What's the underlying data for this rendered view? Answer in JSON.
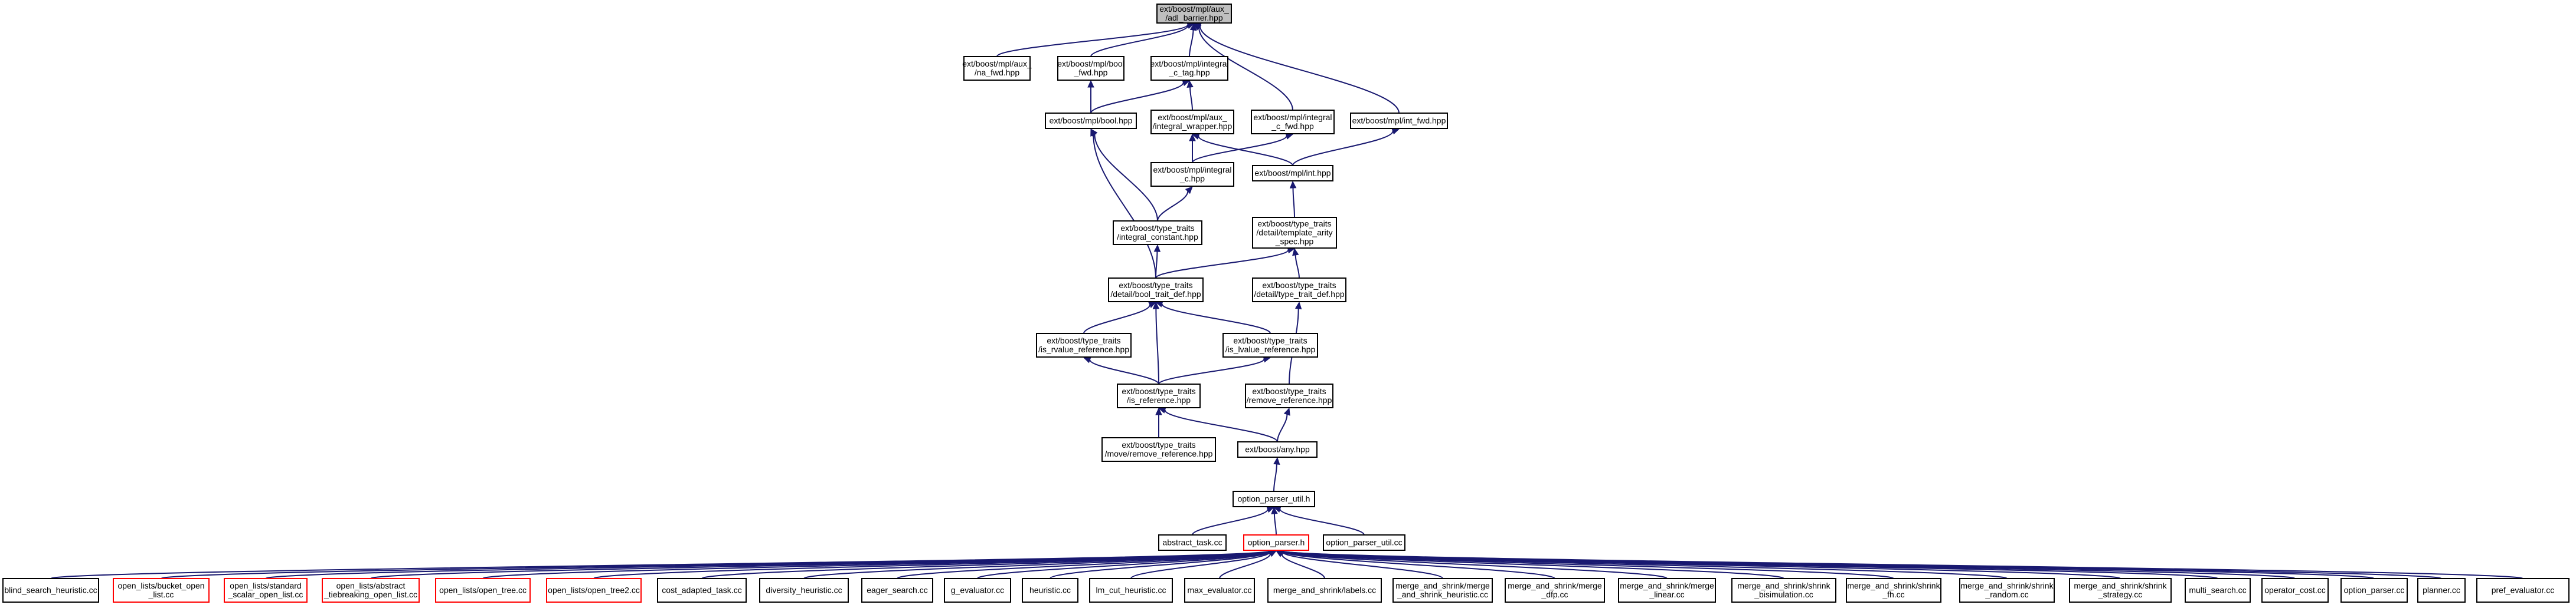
{
  "colors": {
    "edge": "#191970",
    "node_fill": "#ffffff",
    "root_fill": "#bfbfbf",
    "node_border": "#000000",
    "truncated_border": "#ff0000"
  },
  "nodes": {
    "adl_barrier": {
      "lines": [
        "ext/boost/mpl/aux_",
        "/adl_barrier.hpp"
      ],
      "style": "root"
    },
    "na_fwd": {
      "lines": [
        "ext/boost/mpl/aux_",
        "/na_fwd.hpp"
      ]
    },
    "bool_fwd": {
      "lines": [
        "ext/boost/mpl/bool",
        "_fwd.hpp"
      ]
    },
    "integral_c_tag": {
      "lines": [
        "ext/boost/mpl/integral",
        "_c_tag.hpp"
      ]
    },
    "bool": {
      "lines": [
        "ext/boost/mpl/bool.hpp"
      ]
    },
    "integral_wrapper": {
      "lines": [
        "ext/boost/mpl/aux_",
        "/integral_wrapper.hpp"
      ]
    },
    "integral_c_fwd": {
      "lines": [
        "ext/boost/mpl/integral",
        "_c_fwd.hpp"
      ]
    },
    "int_fwd": {
      "lines": [
        "ext/boost/mpl/int_fwd.hpp"
      ]
    },
    "integral_c": {
      "lines": [
        "ext/boost/mpl/integral",
        "_c.hpp"
      ]
    },
    "int": {
      "lines": [
        "ext/boost/mpl/int.hpp"
      ]
    },
    "integral_constant": {
      "lines": [
        "ext/boost/type_traits",
        "/integral_constant.hpp"
      ]
    },
    "template_arity_spec": {
      "lines": [
        "ext/boost/type_traits",
        "/detail/template_arity",
        "_spec.hpp"
      ]
    },
    "bool_trait_def": {
      "lines": [
        "ext/boost/type_traits",
        "/detail/bool_trait_def.hpp"
      ]
    },
    "type_trait_def": {
      "lines": [
        "ext/boost/type_traits",
        "/detail/type_trait_def.hpp"
      ]
    },
    "is_rvalue_reference": {
      "lines": [
        "ext/boost/type_traits",
        "/is_rvalue_reference.hpp"
      ]
    },
    "is_lvalue_reference": {
      "lines": [
        "ext/boost/type_traits",
        "/is_lvalue_reference.hpp"
      ]
    },
    "is_reference": {
      "lines": [
        "ext/boost/type_traits",
        "/is_reference.hpp"
      ]
    },
    "remove_reference": {
      "lines": [
        "ext/boost/type_traits",
        "/remove_reference.hpp"
      ]
    },
    "move_remove_reference": {
      "lines": [
        "ext/boost/type_traits",
        "/move/remove_reference.hpp"
      ]
    },
    "any": {
      "lines": [
        "ext/boost/any.hpp"
      ]
    },
    "option_parser_util_h": {
      "lines": [
        "option_parser_util.h"
      ]
    },
    "abstract_task": {
      "lines": [
        "abstract_task.cc"
      ]
    },
    "option_parser_h": {
      "lines": [
        "option_parser.h"
      ],
      "style": "red"
    },
    "option_parser_util_cc": {
      "lines": [
        "option_parser_util.cc"
      ]
    },
    "blind_search_heuristic": {
      "lines": [
        "blind_search_heuristic.cc"
      ]
    },
    "bucket_open_list": {
      "lines": [
        "open_lists/bucket_open",
        "_list.cc"
      ],
      "style": "red"
    },
    "standard_scalar_open_list": {
      "lines": [
        "open_lists/standard",
        "_scalar_open_list.cc"
      ],
      "style": "red"
    },
    "abstract_tiebreaking": {
      "lines": [
        "open_lists/abstract",
        "_tiebreaking_open_list.cc"
      ],
      "style": "red"
    },
    "open_tree": {
      "lines": [
        "open_lists/open_tree.cc"
      ],
      "style": "red"
    },
    "open_tree2": {
      "lines": [
        "open_lists/open_tree2.cc"
      ],
      "style": "red"
    },
    "cost_adapted_task": {
      "lines": [
        "cost_adapted_task.cc"
      ]
    },
    "diversity_heuristic": {
      "lines": [
        "diversity_heuristic.cc"
      ]
    },
    "eager_search": {
      "lines": [
        "eager_search.cc"
      ]
    },
    "g_evaluator": {
      "lines": [
        "g_evaluator.cc"
      ]
    },
    "heuristic": {
      "lines": [
        "heuristic.cc"
      ]
    },
    "lm_cut_heuristic": {
      "lines": [
        "lm_cut_heuristic.cc"
      ]
    },
    "max_evaluator": {
      "lines": [
        "max_evaluator.cc"
      ]
    },
    "mas_labels": {
      "lines": [
        "merge_and_shrink/labels.cc"
      ]
    },
    "mas_heuristic": {
      "lines": [
        "merge_and_shrink/merge",
        "_and_shrink_heuristic.cc"
      ]
    },
    "mas_merge_dfp": {
      "lines": [
        "merge_and_shrink/merge",
        "_dfp.cc"
      ]
    },
    "mas_merge_linear": {
      "lines": [
        "merge_and_shrink/merge",
        "_linear.cc"
      ]
    },
    "mas_shrink_bisim": {
      "lines": [
        "merge_and_shrink/shrink",
        "_bisimulation.cc"
      ]
    },
    "mas_shrink_fh": {
      "lines": [
        "merge_and_shrink/shrink",
        "_fh.cc"
      ]
    },
    "mas_shrink_random": {
      "lines": [
        "merge_and_shrink/shrink",
        "_random.cc"
      ]
    },
    "mas_shrink_strategy": {
      "lines": [
        "merge_and_shrink/shrink",
        "_strategy.cc"
      ]
    },
    "multi_search": {
      "lines": [
        "multi_search.cc"
      ]
    },
    "operator_cost": {
      "lines": [
        "operator_cost.cc"
      ]
    },
    "option_parser_cc": {
      "lines": [
        "option_parser.cc"
      ]
    },
    "planner": {
      "lines": [
        "planner.cc"
      ]
    },
    "pref_evaluator": {
      "lines": [
        "pref_evaluator.cc"
      ]
    }
  },
  "edges": [
    [
      "adl_barrier",
      "na_fwd"
    ],
    [
      "adl_barrier",
      "bool_fwd"
    ],
    [
      "adl_barrier",
      "integral_c_tag"
    ],
    [
      "adl_barrier",
      "integral_c_fwd"
    ],
    [
      "adl_barrier",
      "int_fwd"
    ],
    [
      "bool_fwd",
      "bool"
    ],
    [
      "integral_c_tag",
      "bool"
    ],
    [
      "integral_c_tag",
      "integral_wrapper"
    ],
    [
      "integral_wrapper",
      "integral_c"
    ],
    [
      "integral_wrapper",
      "int"
    ],
    [
      "integral_c_fwd",
      "integral_c"
    ],
    [
      "int_fwd",
      "int"
    ],
    [
      "bool",
      "integral_constant"
    ],
    [
      "bool",
      "bool_trait_def"
    ],
    [
      "integral_c",
      "integral_constant"
    ],
    [
      "int",
      "template_arity_spec"
    ],
    [
      "integral_constant",
      "bool_trait_def"
    ],
    [
      "template_arity_spec",
      "bool_trait_def"
    ],
    [
      "template_arity_spec",
      "type_trait_def"
    ],
    [
      "bool_trait_def",
      "is_rvalue_reference"
    ],
    [
      "bool_trait_def",
      "is_lvalue_reference"
    ],
    [
      "bool_trait_def",
      "is_reference"
    ],
    [
      "type_trait_def",
      "remove_reference"
    ],
    [
      "is_rvalue_reference",
      "is_reference"
    ],
    [
      "is_lvalue_reference",
      "is_reference"
    ],
    [
      "is_reference",
      "move_remove_reference"
    ],
    [
      "is_reference",
      "any"
    ],
    [
      "remove_reference",
      "any"
    ],
    [
      "any",
      "option_parser_util_h"
    ],
    [
      "option_parser_util_h",
      "abstract_task"
    ],
    [
      "option_parser_util_h",
      "option_parser_h"
    ],
    [
      "option_parser_util_h",
      "option_parser_util_cc"
    ],
    [
      "option_parser_h",
      "blind_search_heuristic"
    ],
    [
      "option_parser_h",
      "bucket_open_list"
    ],
    [
      "option_parser_h",
      "standard_scalar_open_list"
    ],
    [
      "option_parser_h",
      "abstract_tiebreaking"
    ],
    [
      "option_parser_h",
      "open_tree"
    ],
    [
      "option_parser_h",
      "open_tree2"
    ],
    [
      "option_parser_h",
      "cost_adapted_task"
    ],
    [
      "option_parser_h",
      "diversity_heuristic"
    ],
    [
      "option_parser_h",
      "eager_search"
    ],
    [
      "option_parser_h",
      "g_evaluator"
    ],
    [
      "option_parser_h",
      "heuristic"
    ],
    [
      "option_parser_h",
      "lm_cut_heuristic"
    ],
    [
      "option_parser_h",
      "max_evaluator"
    ],
    [
      "option_parser_h",
      "mas_labels"
    ],
    [
      "option_parser_h",
      "mas_heuristic"
    ],
    [
      "option_parser_h",
      "mas_merge_dfp"
    ],
    [
      "option_parser_h",
      "mas_merge_linear"
    ],
    [
      "option_parser_h",
      "mas_shrink_bisim"
    ],
    [
      "option_parser_h",
      "mas_shrink_fh"
    ],
    [
      "option_parser_h",
      "mas_shrink_random"
    ],
    [
      "option_parser_h",
      "mas_shrink_strategy"
    ],
    [
      "option_parser_h",
      "multi_search"
    ],
    [
      "option_parser_h",
      "operator_cost"
    ],
    [
      "option_parser_h",
      "option_parser_cc"
    ],
    [
      "option_parser_h",
      "planner"
    ],
    [
      "option_parser_h",
      "pref_evaluator"
    ]
  ]
}
